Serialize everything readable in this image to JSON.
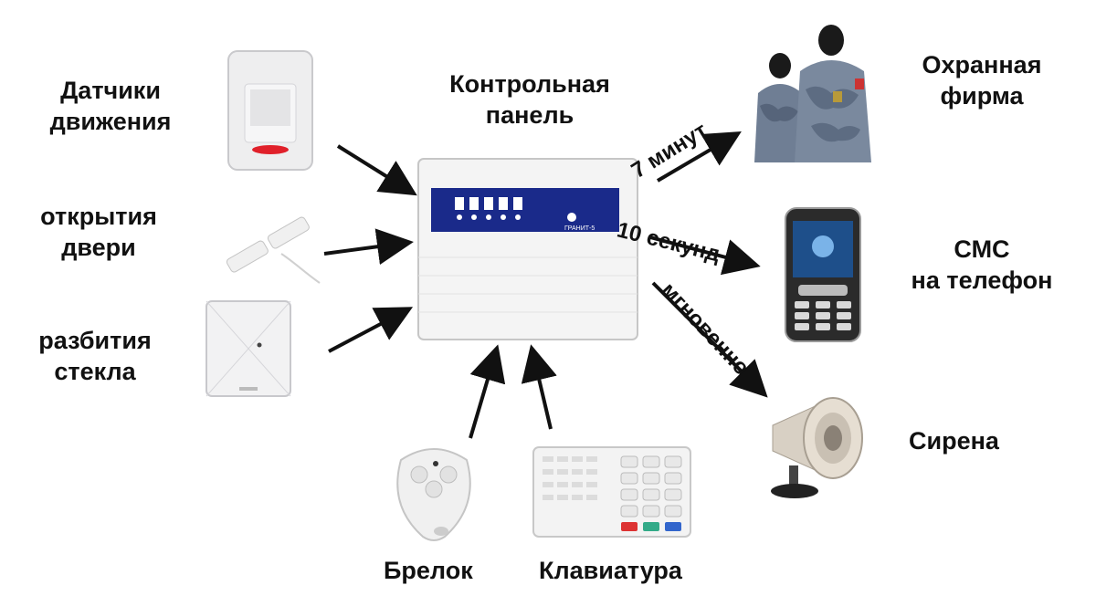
{
  "labels": {
    "motion": "Датчики\nдвижения",
    "door": "открытия\nдвери",
    "glass": "разбития\nстекла",
    "panel": "Контрольная\nпанель",
    "security": "Охранная\nфирма",
    "sms": "СМС\nна телефон",
    "siren": "Сирена",
    "fob": "Брелок",
    "keypad": "Клавиатура"
  },
  "timings": {
    "security": "7 минут",
    "sms": "10 секунд",
    "siren": "мгновенно"
  },
  "panel_text": "ГРАНИТ-5",
  "colors": {
    "arrow": "#111111",
    "text": "#111111",
    "panel_strip": "#1a2a8a",
    "sensor_red": "#e0202a"
  }
}
